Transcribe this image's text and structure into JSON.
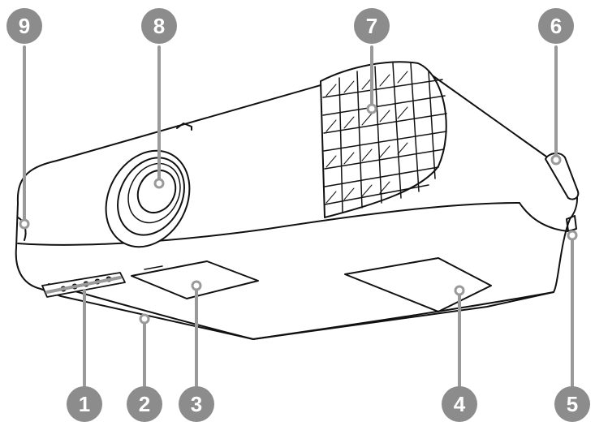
{
  "callouts": [
    {
      "label": "1"
    },
    {
      "label": "2"
    },
    {
      "label": "3"
    },
    {
      "label": "4"
    },
    {
      "label": "5"
    },
    {
      "label": "6"
    },
    {
      "label": "7"
    },
    {
      "label": "8"
    },
    {
      "label": "9"
    }
  ],
  "colors": {
    "outline": "#111111",
    "callout_fill": "#8c8c8c",
    "callout_text": "#ffffff",
    "leader_line": "#9a9a9a",
    "background": "#ffffff"
  }
}
